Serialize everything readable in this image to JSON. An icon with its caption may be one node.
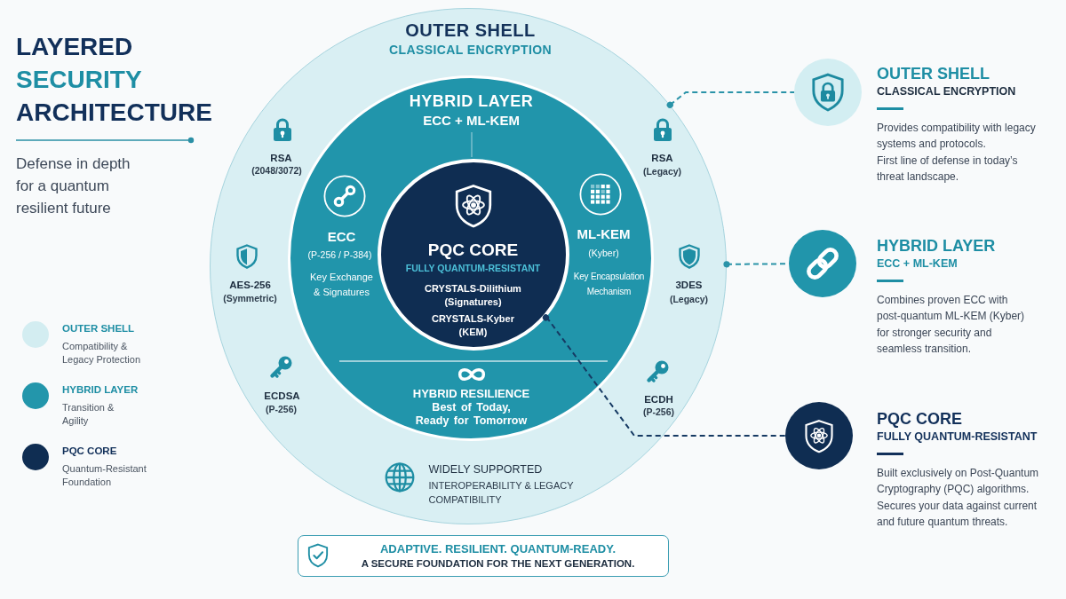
{
  "diagram": {
    "title": "LAYERED SECURITY ARCHITECTURE",
    "nodes": [
      {
        "text": [
          "OUTER SHELL",
          "CLASSICAL ENCRYPTION",
          "RSA",
          "(2048/3072)",
          "AES-256",
          "(Symmetric)",
          "ECDSA",
          "(P-256)",
          "RSA",
          "(Legacy)",
          "3DES",
          "(Legacy)",
          "ECDH",
          "(P-256)",
          "WIDELY SUPPORTED",
          "INTEROPERABILITY & LEGACY COMPATIBILITY"
        ]
      },
      {
        "text": [
          "HYBRID LAYER",
          "ECC + ML-KEM",
          "ECC",
          "(P-256 / P-384)",
          "Key Exchange & Signatures",
          "ML-KEM",
          "(Kyber)",
          "Key Encapsulation Mechanism",
          "HYBRID RESILIENCE",
          "Best of Today, Ready for Tomorrow"
        ],
        "in": 0
      },
      {
        "text": [
          "PQC CORE",
          "FULLY QUANTUM-RESISTANT",
          "CRYSTALS-Dilithium (Signatures)",
          "CRYSTALS-Kyber (KEM)"
        ],
        "in": 1
      },
      {
        "text": [],
        "shape": "circle",
        "beside": [
          "OUTER SHELL",
          "CLASSICAL ENCRYPTION",
          "Provides compatibility with legacy systems and protocols.",
          "First line of defense in today’s threat landscape."
        ]
      },
      {
        "text": [],
        "shape": "circle",
        "beside": [
          "HYBRID LAYER",
          "ECC + ML-KEM",
          "Combines proven ECC with post-quantum ML-KEM (Kyber) for stronger security and seamless transition."
        ]
      },
      {
        "text": [],
        "shape": "circle",
        "beside": [
          "PQC CORE",
          "FULLY QUANTUM-RESISTANT",
          "Built exclusively on Post-Quantum Cryptography (PQC) algorithms. Secures your data against current and future quantum threats."
        ]
      },
      {
        "text": [
          "ADAPTIVE. RESILIENT. QUANTUM-READY.",
          "A SECURE FOUNDATION FOR THE NEXT GENERATION."
        ]
      }
    ],
    "edges": [
      {
        "from": 0,
        "to": 3,
        "arrow": "other",
        "style": "dashed"
      },
      {
        "from": 0,
        "to": 4,
        "arrow": "other",
        "style": "dashed"
      },
      {
        "from": 2,
        "to": 5,
        "arrow": "other",
        "style": "dashed",
        "color": "#163a63"
      }
    ],
    "labels": [
      "Defense in depth for a quantum resilient future",
      "Compatibility & Legacy Protection",
      "Transition & Agility",
      "Quantum-Resistant Foundation"
    ],
    "legend": [
      {
        "text": "OUTER SHELL",
        "color": "#d3edf1"
      },
      {
        "text": "HYBRID LAYER",
        "color": "#2396ab"
      },
      {
        "text": "PQC CORE",
        "color": "#0f2d52"
      }
    ]
  }
}
